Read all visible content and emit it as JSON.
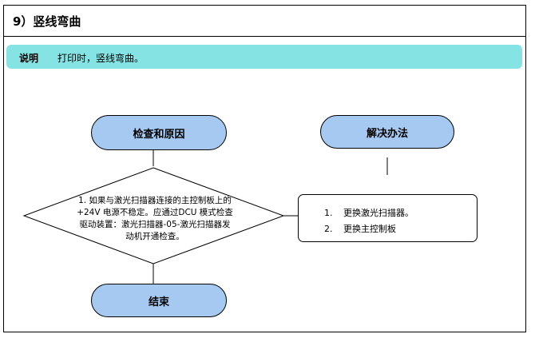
{
  "page": {
    "title": "9）竖线弯曲"
  },
  "note": {
    "label": "说明",
    "text": "打印时，竖线弯曲。"
  },
  "flowchart": {
    "cause_header": "检查和原因",
    "solution_header": "解决办法",
    "end_label": "结束",
    "condition_text": "1. 如果与激光扫描器连接的主控制板上的+24V 电源不稳定。应通过DCU 模式检查驱动装置：激光扫描器-05-激光扫描器发动机开通检查。",
    "solutions": [
      {
        "num": "1.",
        "text": "更换激光扫描器。"
      },
      {
        "num": "2.",
        "text": "更换主控制板"
      }
    ]
  },
  "colors": {
    "note_bar": "#85e3e3",
    "pill_fill": "#a5c9f0",
    "line": "#000000"
  }
}
